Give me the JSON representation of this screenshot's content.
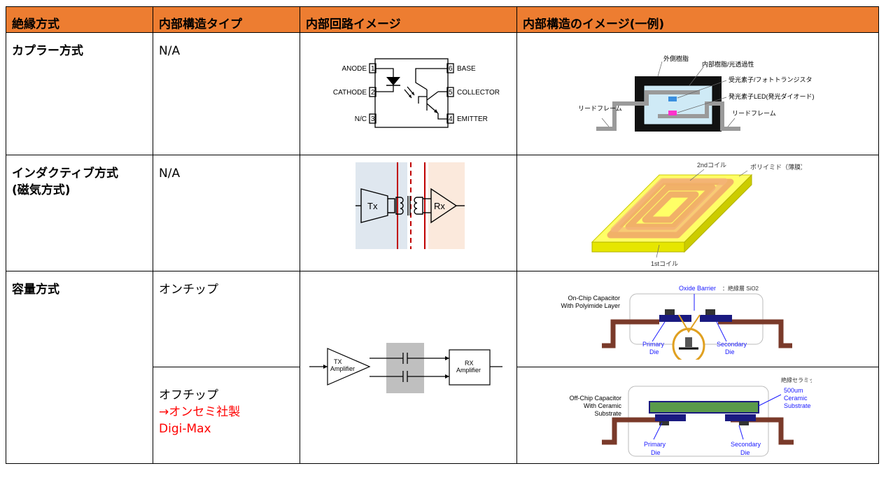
{
  "headers": [
    "絶縁方式",
    "内部構造タイプ",
    "内部回路イメージ",
    "内部構造のイメージ(一例)"
  ],
  "rows": {
    "coupler": {
      "method": "カプラー方式",
      "type": "N/A"
    },
    "inductive": {
      "method_line1": "インダクティブ方式",
      "method_line2": "(磁気方式)",
      "type": "N/A"
    },
    "capacitive": {
      "method": "容量方式",
      "type_onchip": "オンチップ",
      "type_offchip": "オフチップ",
      "offchip_note1": "→オンセミ社製",
      "offchip_note2": "Digi-Max"
    }
  },
  "coupler_circuit": {
    "pins_left": [
      "ANODE",
      "CATHODE",
      "N/C"
    ],
    "pins_left_nums": [
      "1",
      "2",
      "3"
    ],
    "pins_right": [
      "BASE",
      "COLLECTOR",
      "EMITTER"
    ],
    "pins_right_nums": [
      "6",
      "5",
      "4"
    ]
  },
  "coupler_struct": {
    "outer_resin": "外側樹脂",
    "inner_resin": "内部樹脂/光透過性",
    "receiver": "受光素子/フォトトランジスタ",
    "emitter": "発光素子LED(発光ダイオード)",
    "lead_left": "リードフレーム",
    "lead_right": "リードフレーム"
  },
  "inductive_circuit": {
    "tx": "Tx",
    "rx": "Rx"
  },
  "inductive_struct": {
    "coil2": "2ndコイル",
    "polyimide": "ポリイミド（薄膜）",
    "coil1": "1stコイル"
  },
  "cap_circuit": {
    "tx1": "TX",
    "tx2": "Amplifier",
    "rx1": "RX",
    "rx2": "Amplifier"
  },
  "onchip_struct": {
    "title1": "On-Chip Capacitor",
    "title2": "With Polyimide Layer",
    "oxide": "Oxide Barrier",
    "oxide_note": "：絶縁層 SiO2",
    "primary1": "Primary",
    "primary2": "Die",
    "secondary1": "Secondary",
    "secondary2": "Die"
  },
  "offchip_struct": {
    "ceramic_note": "絶縁セラミック",
    "title1": "Off-Chip Capacitor",
    "title2": "With Ceramic",
    "title3": "Substrate",
    "thick1": "500um",
    "thick2": "Ceramic",
    "thick3": "Substrate",
    "primary1": "Primary",
    "primary2": "Die",
    "secondary1": "Secondary",
    "secondary2": "Die"
  },
  "colors": {
    "header": "#ED7D31",
    "note": "#FF0000",
    "label_blue": "#1a1aff"
  }
}
